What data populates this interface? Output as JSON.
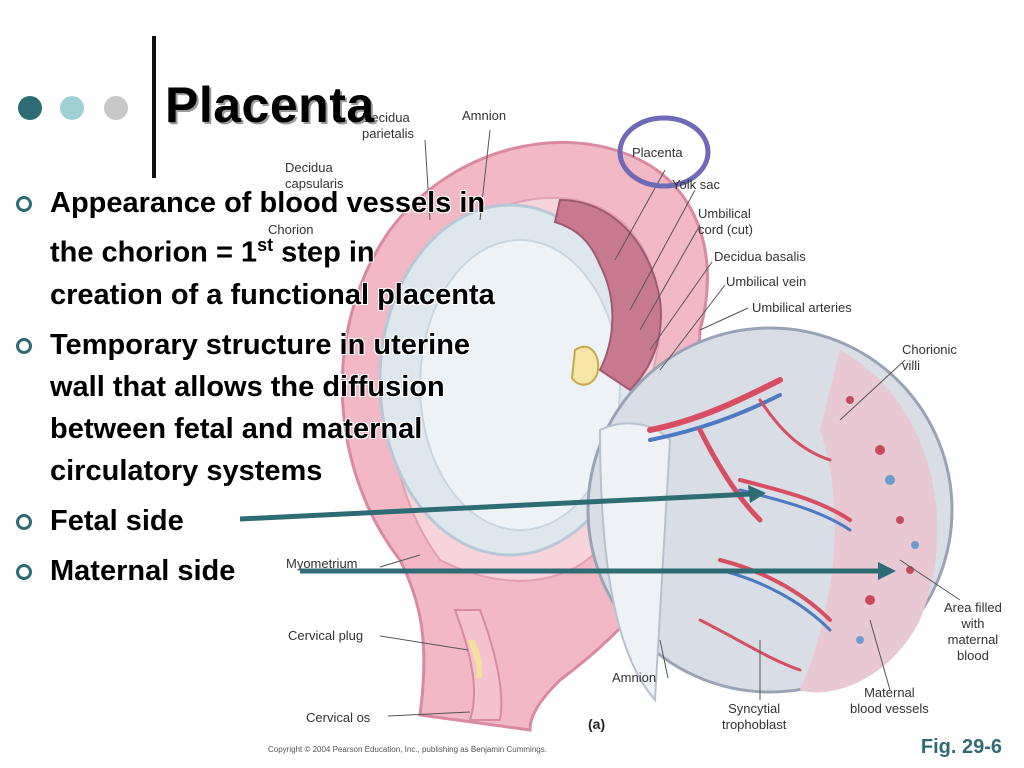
{
  "slide": {
    "title": "Placenta",
    "fig_ref": "Fig. 29-6",
    "copyright": "Copyright © 2004 Pearson Education, Inc., publishing as Benjamin Cummings.",
    "figure_panel": "(a)",
    "accent_color": "#2e6b74",
    "circle_color": "#6e6ab5"
  },
  "decor_dots": [
    {
      "color": "#2e6b74"
    },
    {
      "color": "#9fd0d4"
    },
    {
      "color": "#c8c8c8"
    }
  ],
  "bullets": [
    {
      "lines": [
        "Appearance of blood vessels in",
        "the chorion = 1",
        "st",
        " step in",
        "creation of a functional placenta"
      ]
    },
    {
      "lines": [
        "Temporary structure in uterine",
        "wall that allows the diffusion",
        "between fetal and maternal",
        "circulatory systems"
      ]
    },
    {
      "lines": [
        "Fetal side"
      ]
    },
    {
      "lines": [
        "Maternal side"
      ]
    }
  ],
  "diagram_labels": {
    "decidua_parietalis_1": "Decidua",
    "decidua_parietalis_2": "parietalis",
    "amnion_top": "Amnion",
    "placenta": "Placenta",
    "yolk_sac": "Yolk sac",
    "decidua_capsularis_1": "Decidua",
    "decidua_capsularis_2": "capsularis",
    "chorion": "Chorion",
    "umbilical_cord_1": "Umbilical",
    "umbilical_cord_2": "cord (cut)",
    "decidua_basalis": "Decidua basalis",
    "umbilical_vein": "Umbilical vein",
    "umbilical_arteries": "Umbilical arteries",
    "chorionic_villi_1": "Chorionic",
    "chorionic_villi_2": "villi",
    "myometrium": "Myometrium",
    "cervical_plug": "Cervical plug",
    "cervical_os": "Cervical os",
    "amnion_bottom": "Amnion",
    "syncytial_1": "Syncytial",
    "syncytial_2": "trophoblast",
    "maternal_vessels_1": "Maternal",
    "maternal_vessels_2": "blood vessels",
    "area_filled_1": "Area filled",
    "area_filled_2": "with",
    "area_filled_3": "maternal",
    "area_filled_4": "blood"
  }
}
